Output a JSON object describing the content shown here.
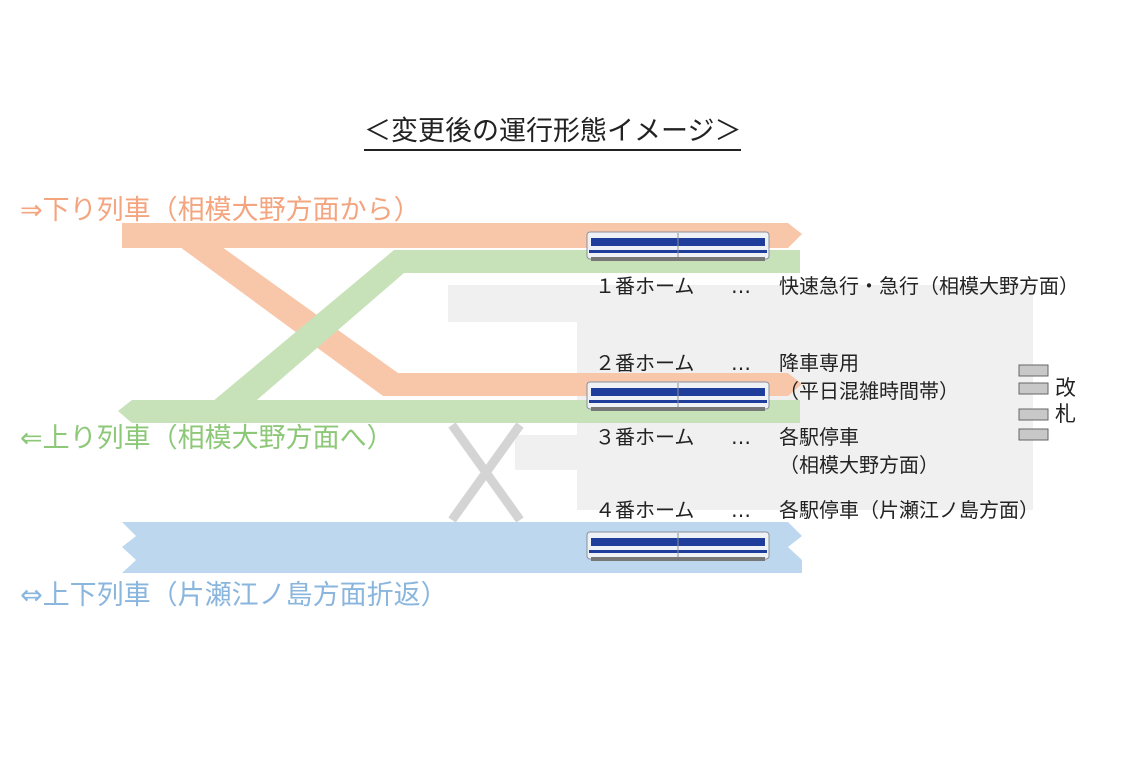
{
  "title": "＜変更後の運行形態イメージ＞",
  "routes": {
    "down": "⇒下り列車（相模大野方面から）",
    "up": "⇐上り列車（相模大野方面へ）",
    "both": "⇔上下列車（片瀬江ノ島方面折返）"
  },
  "platforms": [
    {
      "name": "１番ホーム",
      "sep": "…",
      "desc": "快速急行・急行（相模大野方面）",
      "desc2": ""
    },
    {
      "name": "２番ホーム",
      "sep": "…",
      "desc": "降車専用",
      "desc2": "（平日混雑時間帯）"
    },
    {
      "name": "３番ホーム",
      "sep": "…",
      "desc": "各駅停車",
      "desc2": "（相模大野方面）"
    },
    {
      "name": "４番ホーム",
      "sep": "…",
      "desc": "各駅停車（片瀬江ノ島方面）",
      "desc2": ""
    }
  ],
  "gate": {
    "line1": "改",
    "line2": "札"
  },
  "colors": {
    "down": "#f8c7aa",
    "up": "#c7e2b8",
    "both": "#bdd7ee",
    "building": "#f0f0f0",
    "crossover": "#d4d4d4",
    "train_blue": "#1f3d9a"
  }
}
